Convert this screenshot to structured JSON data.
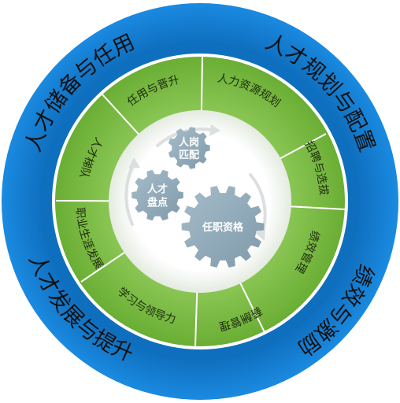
{
  "outer_ring": {
    "color": "#1a86d6",
    "labels": [
      "人才规划与配置",
      "绩效与激励",
      "人才发展与提升",
      "人才储备与任用"
    ]
  },
  "middle_ring": {
    "color": "#7ab843",
    "segments": [
      "人力资源规划",
      "招聘与选拔",
      "绩效管理",
      "薪酬管理",
      "学习与领导力",
      "职业生涯发展",
      "人才梯队",
      "任用与晋升"
    ]
  },
  "core": {
    "gear_color": "#8fa9b8",
    "gears": [
      {
        "name": "gear-person-post-match",
        "lines": [
          "人岗",
          "匹配"
        ]
      },
      {
        "name": "gear-talent-inventory",
        "lines": [
          "人才",
          "盘点"
        ]
      },
      {
        "name": "gear-job-qualification",
        "lines": [
          "任职资格"
        ]
      }
    ]
  }
}
